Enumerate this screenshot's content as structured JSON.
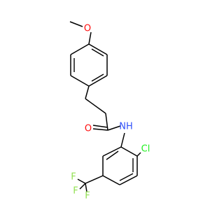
{
  "molecule": {
    "atoms": {
      "methoxy_o": {
        "symbol": "O",
        "color": "#ff0d0d"
      },
      "carbonyl_o": {
        "symbol": "O",
        "color": "#ff0d0d"
      },
      "amide_nh": {
        "symbol": "NH",
        "color": "#3050f8"
      },
      "chlorine": {
        "symbol": "Cl",
        "color": "#1ff01f"
      },
      "fluorine_1": {
        "symbol": "F",
        "color": "#90e050"
      },
      "fluorine_2": {
        "symbol": "F",
        "color": "#90e050"
      },
      "fluorine_3": {
        "symbol": "F",
        "color": "#90e050"
      }
    }
  }
}
